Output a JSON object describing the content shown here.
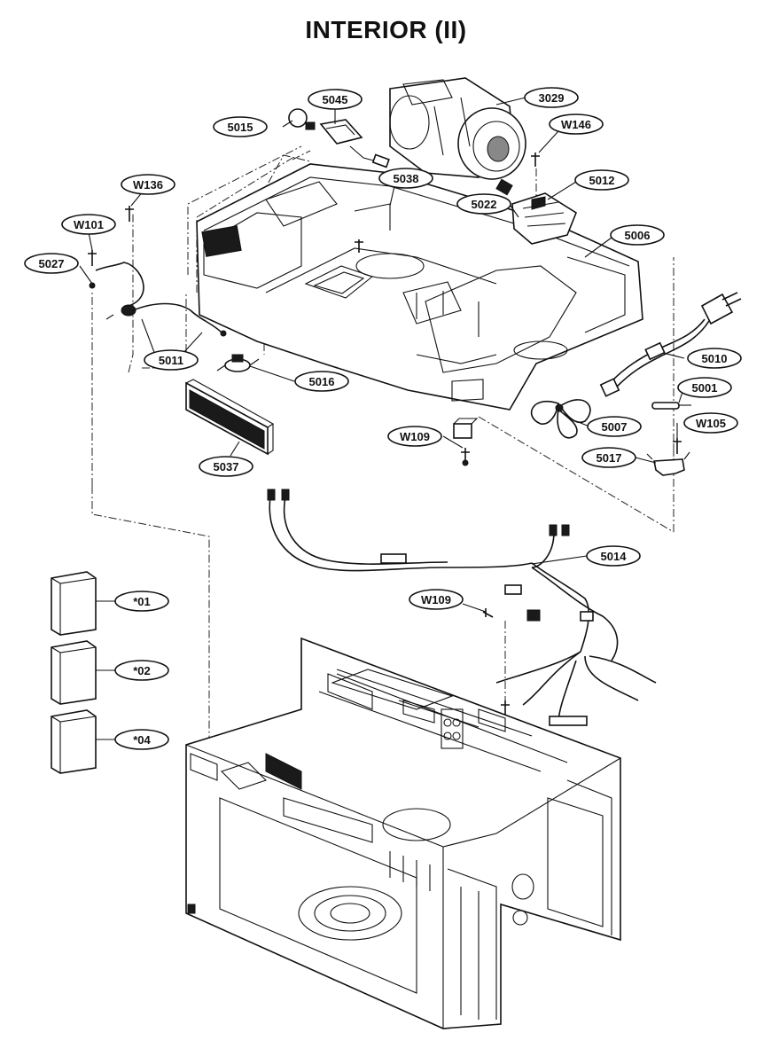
{
  "title": "INTERIOR (II)",
  "callouts": {
    "c3029": "3029",
    "c5045": "5045",
    "c5015": "5015",
    "cW146": "W146",
    "c5038": "5038",
    "c5012": "5012",
    "cW136": "W136",
    "c5022": "5022",
    "cW101": "W101",
    "c5006": "5006",
    "c5027": "5027",
    "c5011": "5011",
    "c5010": "5010",
    "c5016": "5016",
    "c5001": "5001",
    "c5007": "5007",
    "cW105": "W105",
    "cW109a": "W109",
    "c5017": "5017",
    "c5037": "5037",
    "c5014": "5014",
    "cW109b": "W109",
    "k01": "*01",
    "k02": "*02",
    "k04": "*04"
  }
}
